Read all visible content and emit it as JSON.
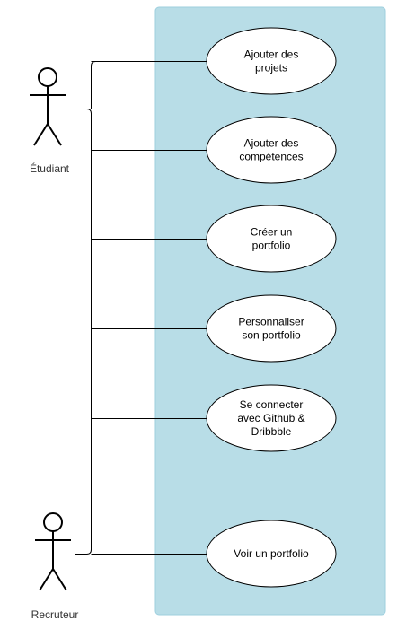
{
  "colors": {
    "system_fill": "#b8dde7",
    "system_stroke": "#9ecfde",
    "usecase_fill": "#ffffff",
    "line": "#000000"
  },
  "actors": [
    {
      "id": "etudiant",
      "label": "Étudiant",
      "icon": "stick-figure-icon"
    },
    {
      "id": "recruteur",
      "label": "Recruteur",
      "icon": "stick-figure-icon"
    }
  ],
  "use_cases": [
    {
      "id": "ajouter-projets",
      "lines": [
        "Ajouter des",
        "projets"
      ]
    },
    {
      "id": "ajouter-competences",
      "lines": [
        "Ajouter des",
        "compétences"
      ]
    },
    {
      "id": "creer-portfolio",
      "lines": [
        "Créer un",
        "portfolio"
      ]
    },
    {
      "id": "personnaliser-portfolio",
      "lines": [
        "Personnaliser",
        "son portfolio"
      ]
    },
    {
      "id": "se-connecter",
      "lines": [
        "Se connecter",
        "avec Github &",
        "Dribbble"
      ]
    },
    {
      "id": "voir-portfolio",
      "lines": [
        "Voir un portfolio"
      ]
    }
  ]
}
